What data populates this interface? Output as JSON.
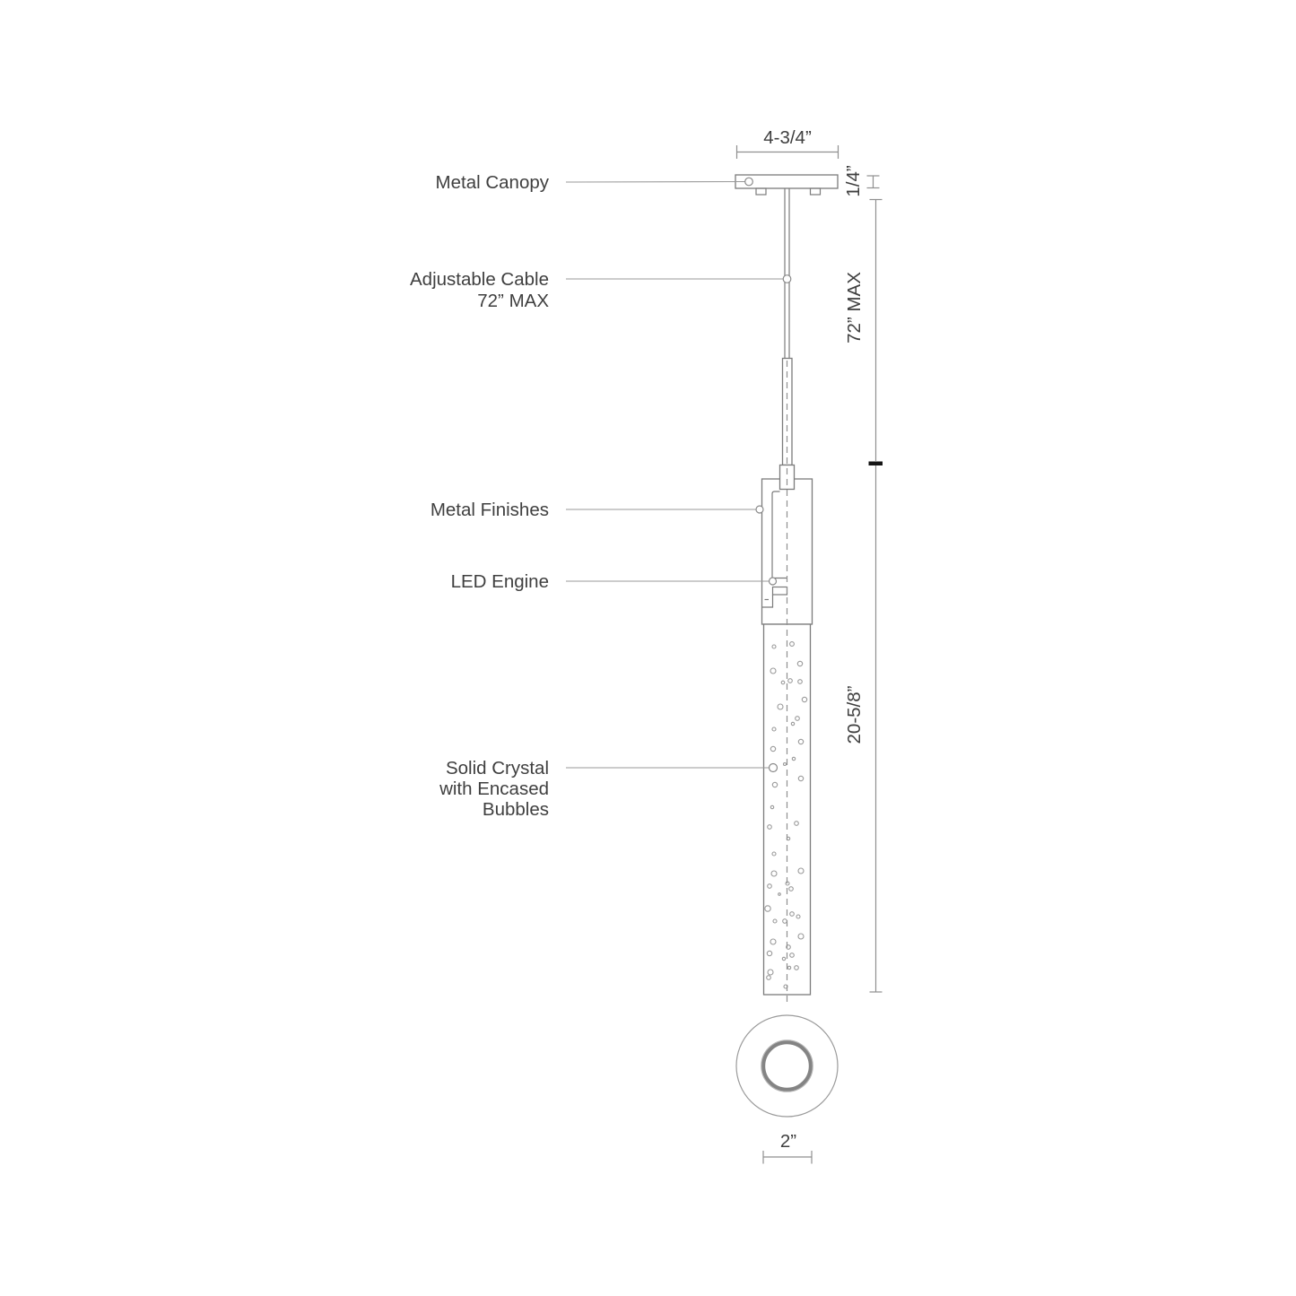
{
  "diagram": {
    "title": "Pendant fixture dimension drawing",
    "colors": {
      "background": "#ffffff",
      "text": "#3f3f3f",
      "drawing_line": "#7b7b7b",
      "dimension_line": "#8f8f8f",
      "leader_line": "#9a9a9a",
      "bold_tick": "#151515"
    },
    "labels": {
      "metal_canopy": "Metal Canopy",
      "adjustable_cable_line1": "Adjustable Cable",
      "adjustable_cable_line2": "72” MAX",
      "metal_finishes": "Metal Finishes",
      "led_engine": "LED Engine",
      "solid_crystal_line1": "Solid Crystal",
      "solid_crystal_line2": "with Encased",
      "solid_crystal_line3": "Bubbles"
    },
    "dimensions": {
      "canopy_width": "4-3/4”",
      "canopy_height": "1/4”",
      "cable_length": "72” MAX",
      "crystal_length": "20-5/8”",
      "bottom_diameter": "2”"
    },
    "bubbles": [
      [
        863,
        721,
        2
      ],
      [
        883,
        718,
        2.4
      ],
      [
        892,
        740,
        2.7
      ],
      [
        862,
        748,
        3
      ],
      [
        873,
        761,
        1.8
      ],
      [
        881,
        759,
        2.3
      ],
      [
        892,
        760,
        2.3
      ],
      [
        897,
        780,
        2.7
      ],
      [
        870,
        788,
        3
      ],
      [
        889,
        801,
        2.3
      ],
      [
        884,
        807,
        1.7
      ],
      [
        863,
        813,
        2
      ],
      [
        893,
        827,
        2.7
      ],
      [
        862,
        835,
        2.7
      ],
      [
        885,
        846,
        1.7
      ],
      [
        875,
        852,
        1.5
      ],
      [
        893,
        868,
        2.7
      ],
      [
        864,
        875,
        2.7
      ],
      [
        861,
        900,
        1.7
      ],
      [
        888,
        918,
        2.3
      ],
      [
        858,
        922,
        2.3
      ],
      [
        879,
        935,
        1.7
      ],
      [
        863,
        952,
        2
      ],
      [
        893,
        971,
        3
      ],
      [
        863,
        974,
        3
      ],
      [
        858,
        988,
        2.3
      ],
      [
        878,
        985,
        2
      ],
      [
        882,
        991,
        2.3
      ],
      [
        869,
        997,
        1.3
      ],
      [
        856,
        1013,
        3.2
      ],
      [
        883,
        1019,
        2.3
      ],
      [
        890,
        1022,
        2
      ],
      [
        864,
        1027,
        2
      ],
      [
        875,
        1027,
        2.3
      ],
      [
        893,
        1044,
        3
      ],
      [
        862,
        1050,
        3
      ],
      [
        879,
        1056,
        2.3
      ],
      [
        858,
        1063,
        2.7
      ],
      [
        883,
        1065,
        2.3
      ],
      [
        874,
        1069,
        1.7
      ],
      [
        880,
        1079,
        1.7
      ],
      [
        888,
        1079,
        2.3
      ],
      [
        859,
        1084,
        3
      ],
      [
        857,
        1090,
        2.3
      ],
      [
        876,
        1100,
        2
      ]
    ]
  }
}
